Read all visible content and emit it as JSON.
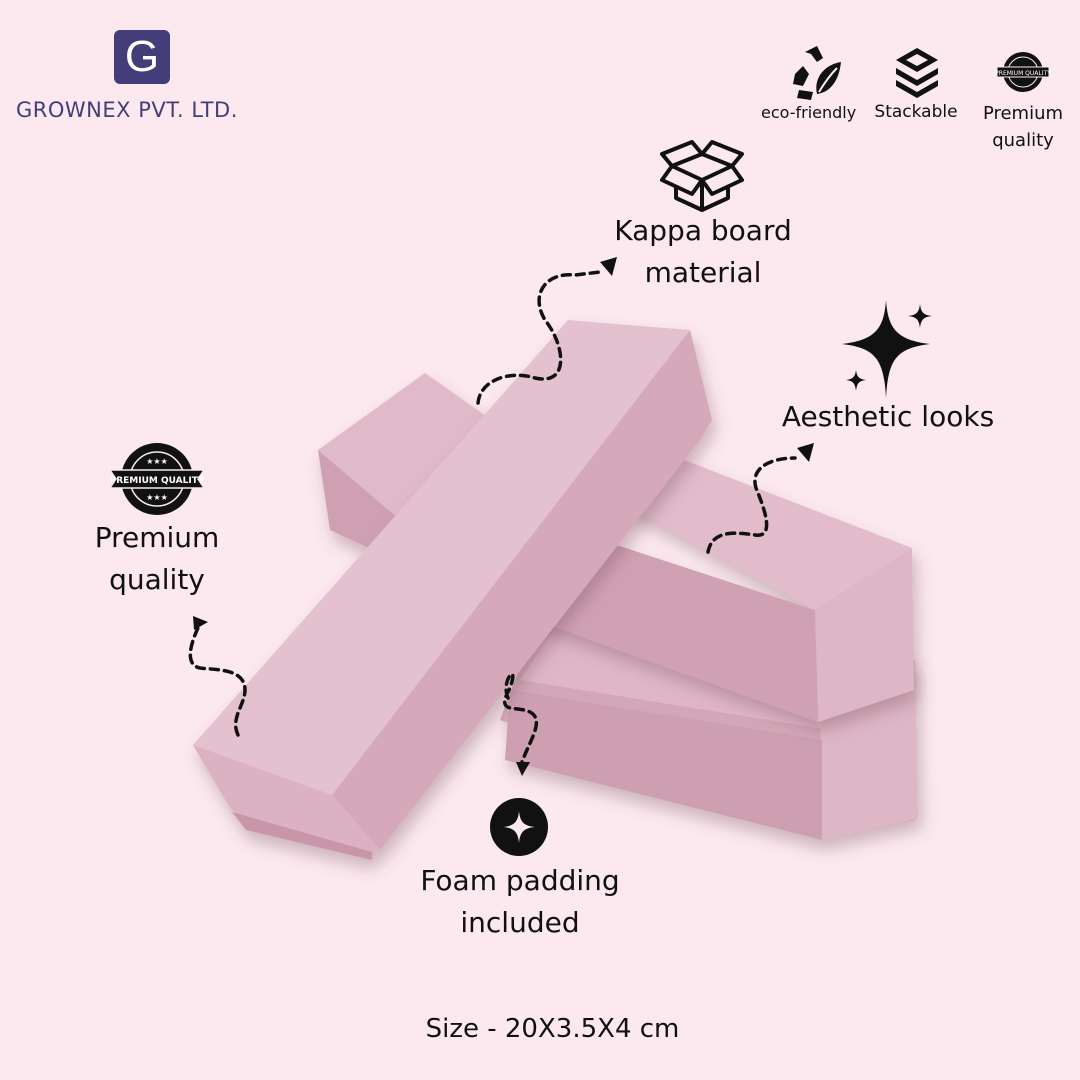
{
  "brand": {
    "logo_letter": "G",
    "name": "GROWNEX PVT. LTD.",
    "color": "#433d7a"
  },
  "top_badges": [
    {
      "icon": "recycle-leaf-icon",
      "label": "eco-friendly"
    },
    {
      "icon": "stack-layers-icon",
      "label": "Stackable"
    },
    {
      "icon": "premium-quality-badge-icon",
      "label_line1": "Premium",
      "label_line2": "quality"
    }
  ],
  "callouts": {
    "kappa": {
      "icon": "open-box-icon",
      "line1": "Kappa board",
      "line2": "material"
    },
    "aesthetic": {
      "icon": "sparkle-icon",
      "line1": "Aesthetic looks"
    },
    "premium": {
      "icon": "premium-quality-badge-icon",
      "badge_text": "PREMIUM QUALITY",
      "line1": "Premium",
      "line2": "quality"
    },
    "foam": {
      "icon": "sparkle-circle-icon",
      "line1": "Foam padding",
      "line2": "included"
    }
  },
  "size_text": "Size - 20X3.5X4 cm",
  "colors": {
    "background": "#fbe9ef",
    "box_top": "#e2bccb",
    "box_side": "#d3a7b7",
    "box_dark": "#c897a9"
  }
}
